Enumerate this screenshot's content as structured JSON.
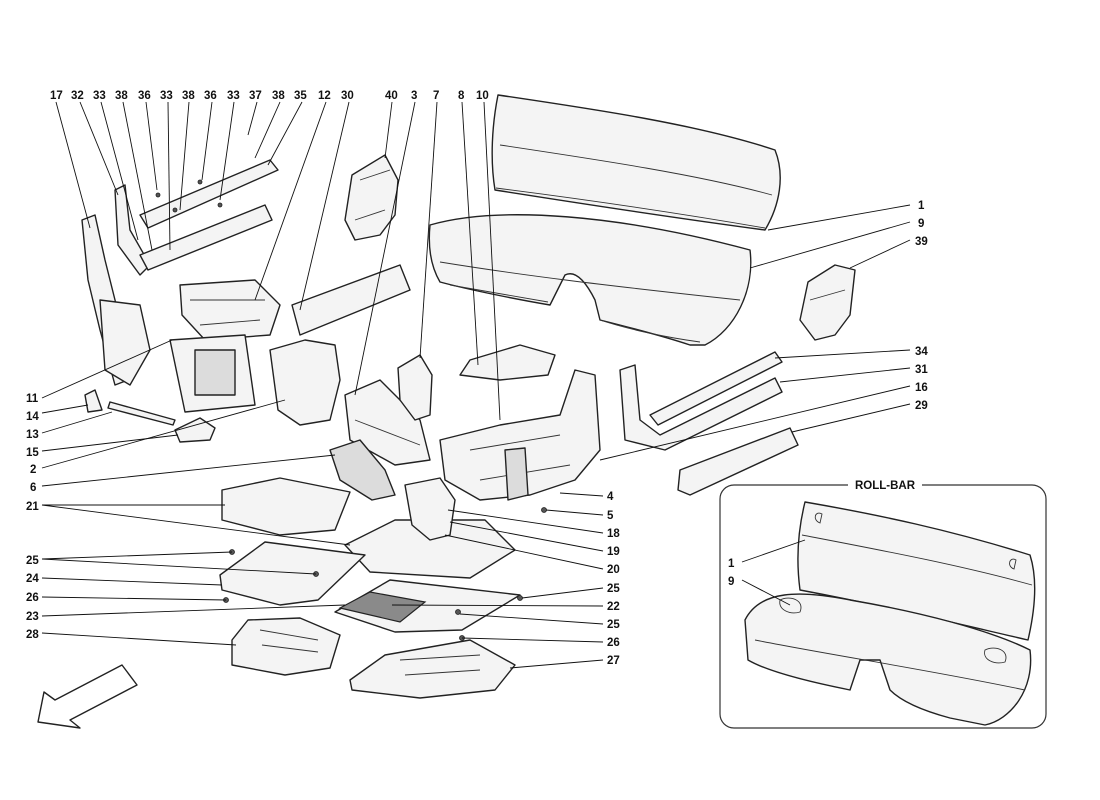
{
  "diagram": {
    "callouts_top": [
      "17",
      "32",
      "33",
      "38",
      "36",
      "33",
      "38",
      "36",
      "33",
      "37",
      "38",
      "35",
      "12",
      "30",
      "40",
      "3",
      "7",
      "8",
      "10"
    ],
    "callouts_left": [
      "11",
      "14",
      "13",
      "15",
      "2",
      "6",
      "21",
      "25",
      "24",
      "26",
      "23",
      "28"
    ],
    "callouts_right": [
      "1",
      "9",
      "39",
      "34",
      "31",
      "16",
      "29",
      "4",
      "5",
      "18",
      "19",
      "20",
      "25",
      "22",
      "25",
      "26",
      "27"
    ],
    "inset": {
      "title": "ROLL-BAR",
      "callouts": [
        "1",
        "9"
      ]
    }
  }
}
